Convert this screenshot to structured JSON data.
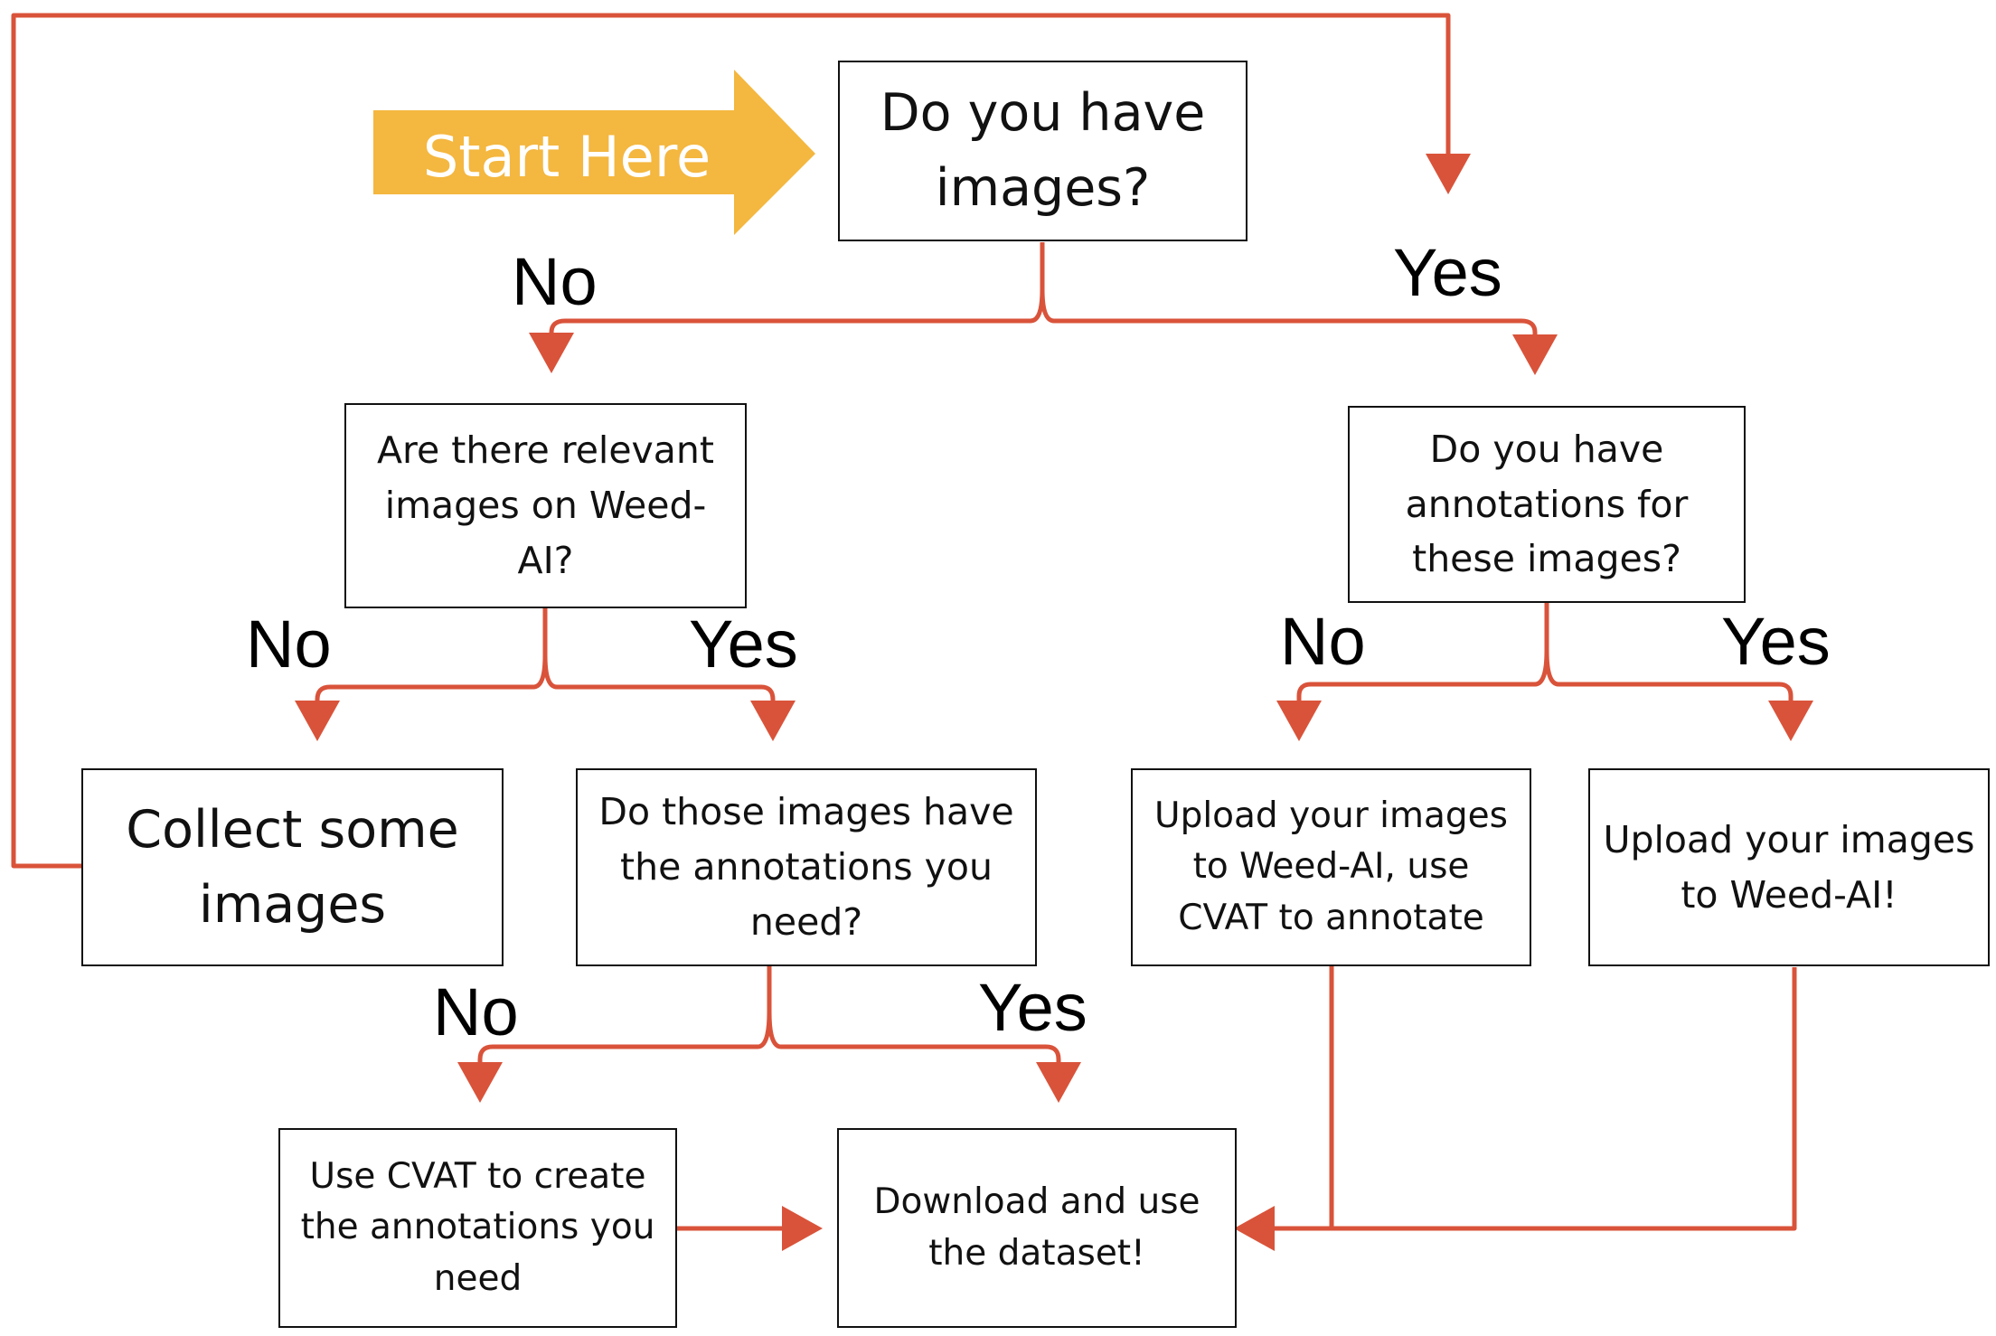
{
  "start_label": "Start Here",
  "colors": {
    "connector": "#d9533a",
    "start_arrow": "#f4b73f",
    "box_border": "#111111"
  },
  "nodes": {
    "have_images": "Do you have images?",
    "relevant_on_weedai": "Are there relevant images on Weed-AI?",
    "have_annotations": "Do you have annotations for these images?",
    "collect_images": "Collect some images",
    "those_images_annotations": "Do those images have the annotations you need?",
    "upload_use_cvat": "Upload your images to Weed-AI, use CVAT to annotate",
    "upload_weedai": "Upload your images to Weed-AI!",
    "use_cvat_create": "Use CVAT to create the annotations you need",
    "download_dataset": "Download and use the dataset!"
  },
  "branch_labels": {
    "no": "No",
    "yes": "Yes"
  }
}
